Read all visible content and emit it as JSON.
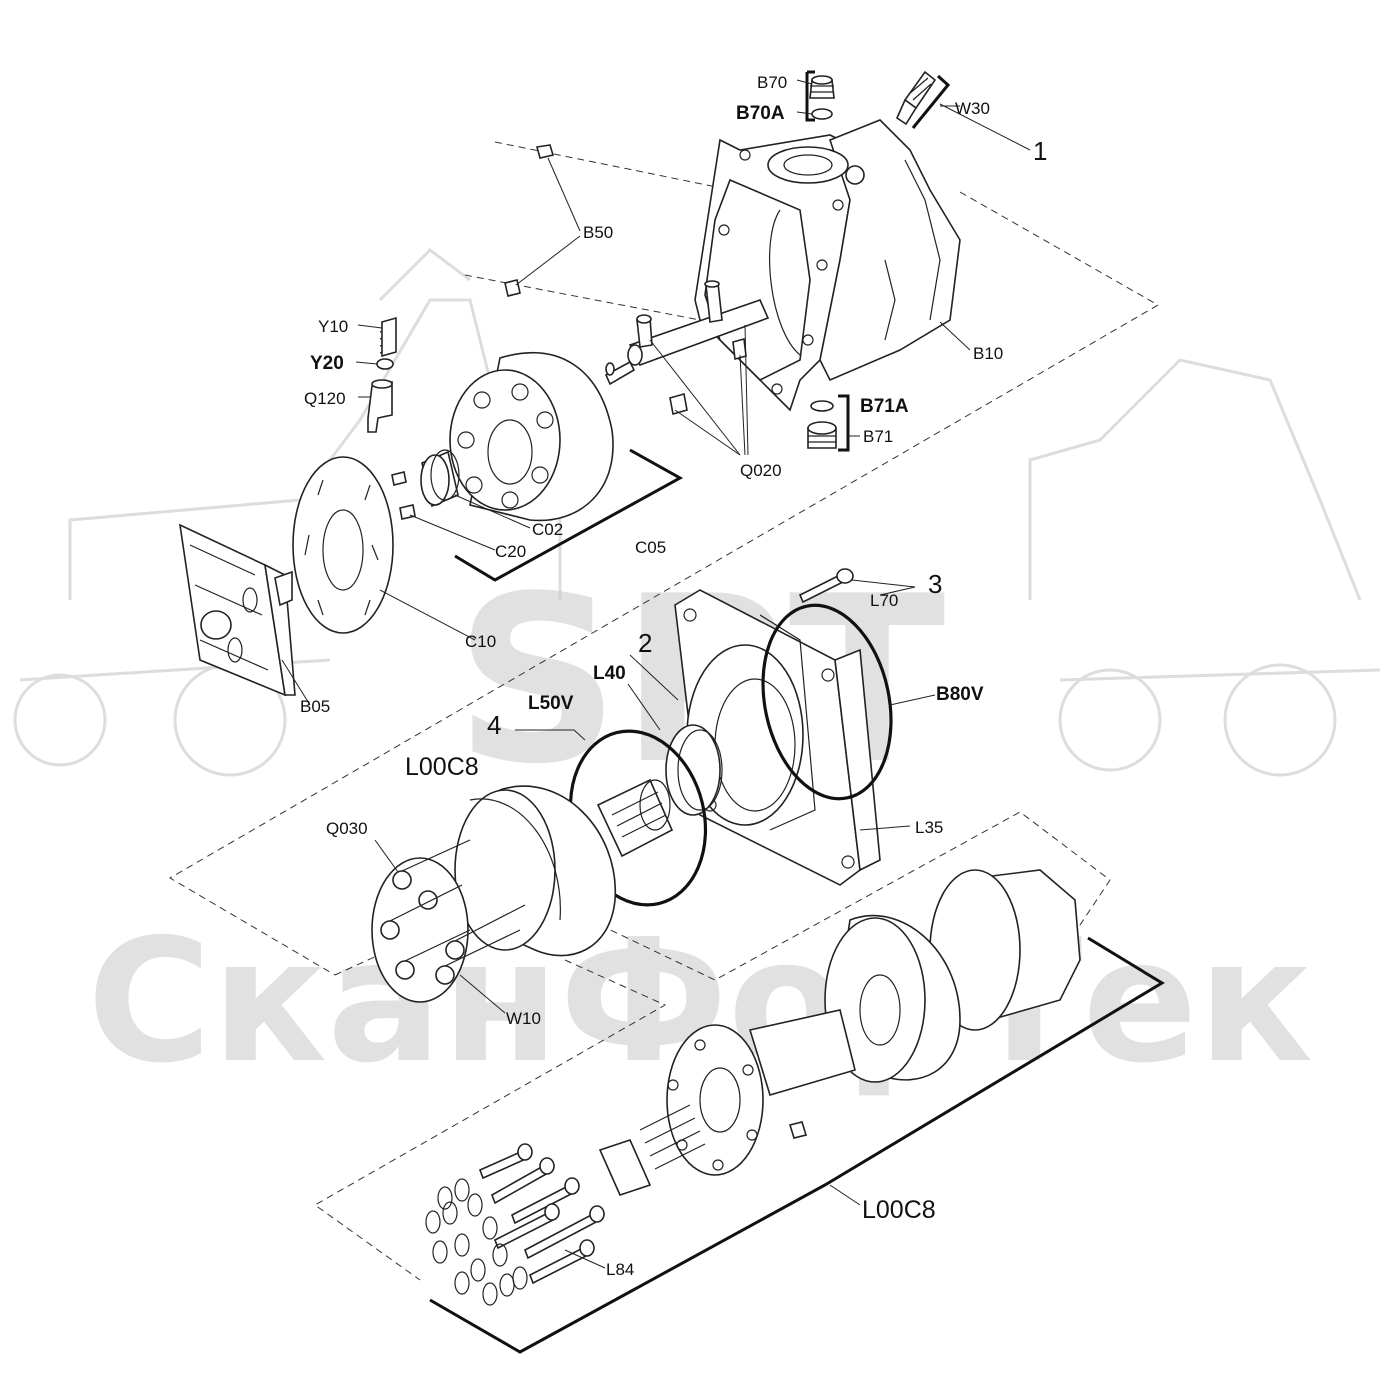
{
  "watermark": {
    "logo": "SPT",
    "text": "СканФорТек",
    "color": "#c9c9c9"
  },
  "colors": {
    "line": "#222222",
    "background": "#ffffff"
  },
  "labels": {
    "B70": "B70",
    "B70A": "B70A",
    "W30": "W30",
    "n1": "1",
    "B50": "B50",
    "Y10": "Y10",
    "Y20": "Y20",
    "Q120": "Q120",
    "B10": "B10",
    "B71A": "B71A",
    "B71": "B71",
    "Q020": "Q020",
    "C02": "C02",
    "C20": "C20",
    "C05": "C05",
    "C10": "C10",
    "B05": "B05",
    "n3": "3",
    "L70": "L70",
    "n2": "2",
    "L40": "L40",
    "L50V": "L50V",
    "n4": "4",
    "B80V": "B80V",
    "L00C8_top": "L00C8",
    "Q030": "Q030",
    "L35": "L35",
    "W10": "W10",
    "L00C8_bottom": "L00C8",
    "L84": "L84"
  }
}
